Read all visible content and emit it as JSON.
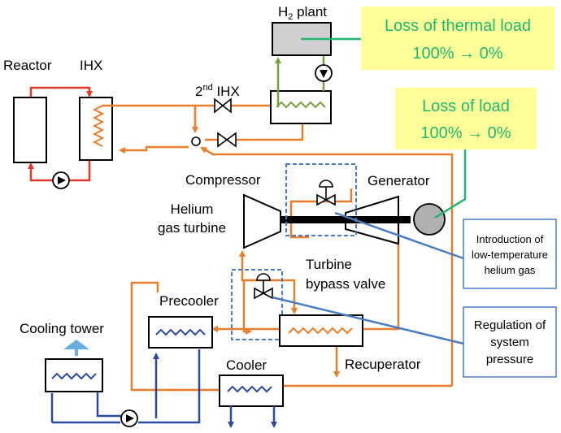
{
  "labels": {
    "reactor": "Reactor",
    "ihx": "IHX",
    "h2_plant": "H",
    "h2_plant_sub": "2",
    "h2_plant_rest": " plant",
    "second_ihx_num": "2",
    "second_ihx_sup": "nd",
    "second_ihx_rest": " IHX",
    "compressor": "Compressor",
    "generator": "Generator",
    "helium_gas_turbine_l1": "Helium",
    "helium_gas_turbine_l2": "gas turbine",
    "turbine_bypass_valve_l1": "Turbine",
    "turbine_bypass_valve_l2": "bypass valve",
    "precooler": "Precooler",
    "cooling_tower": "Cooling tower",
    "cooler": "Cooler",
    "recuperator": "Recuperator"
  },
  "callouts": {
    "thermal_load_l1": "Loss of thermal load",
    "thermal_load_l2": "100% → 0%",
    "load_l1": "Loss of load",
    "load_l2": "100% → 0%"
  },
  "notes": {
    "low_temp_l1": "Introduction of",
    "low_temp_l2": "low-temperature",
    "low_temp_l3": "helium gas",
    "pressure_l1": "Regulation of",
    "pressure_l2": "system",
    "pressure_l3": "pressure"
  },
  "colors": {
    "orange_loop": "#e87d2c",
    "red_loop": "#e0382a",
    "green_loop": "#76a13c",
    "blue_loop": "#2e4a9c",
    "callout_fill": "#ffff99",
    "callout_line": "#22b573",
    "note_line": "#4a7cc0",
    "dashed_box": "#4a7cc0",
    "h2_plant_fill": "#d0d0d0",
    "cooling_arrow": "#6aaee0"
  }
}
